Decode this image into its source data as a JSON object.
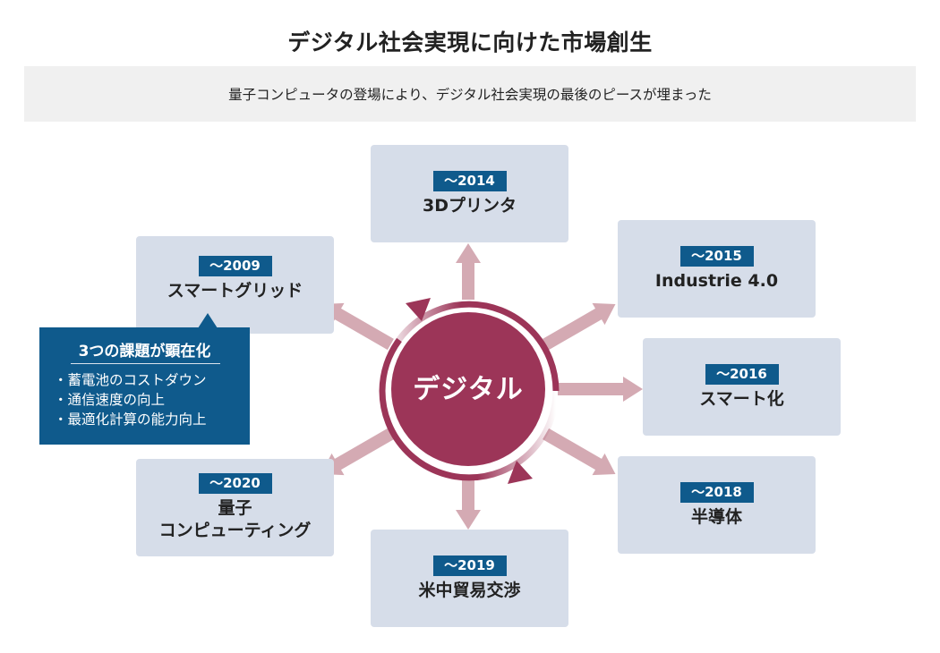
{
  "header": {
    "title": "デジタル社会実現に向けた市場創生",
    "subtitle": "量子コンピュータの登場により、デジタル社会実現の最後のピースが埋まった"
  },
  "center": {
    "label": "デジタル",
    "color": "#9c3558"
  },
  "colors": {
    "tag_bg": "#0f5a8c",
    "box_bg": "#d6dde9",
    "arrow": "#d4aab3",
    "ring": "#9c3558"
  },
  "nodes": [
    {
      "id": "3d-printer",
      "period": "～2014",
      "label": "3Dプリンタ"
    },
    {
      "id": "industrie",
      "period": "～2015",
      "label": "Industrie 4.0"
    },
    {
      "id": "smart-ka",
      "period": "～2016",
      "label": "スマート化"
    },
    {
      "id": "semiconductor",
      "period": "～2018",
      "label": "半導体"
    },
    {
      "id": "trade",
      "period": "～2019",
      "label": "米中貿易交渉"
    },
    {
      "id": "quantum",
      "period": "～2020",
      "label_line1": "量子",
      "label_line2": "コンピューティング"
    },
    {
      "id": "smart-grid",
      "period": "～2009",
      "label": "スマートグリッド"
    }
  ],
  "callout": {
    "title": "3つの課題が顕在化",
    "items": [
      "・蓄電池のコストダウン",
      "・通信速度の向上",
      "・最適化計算の能力向上"
    ]
  }
}
